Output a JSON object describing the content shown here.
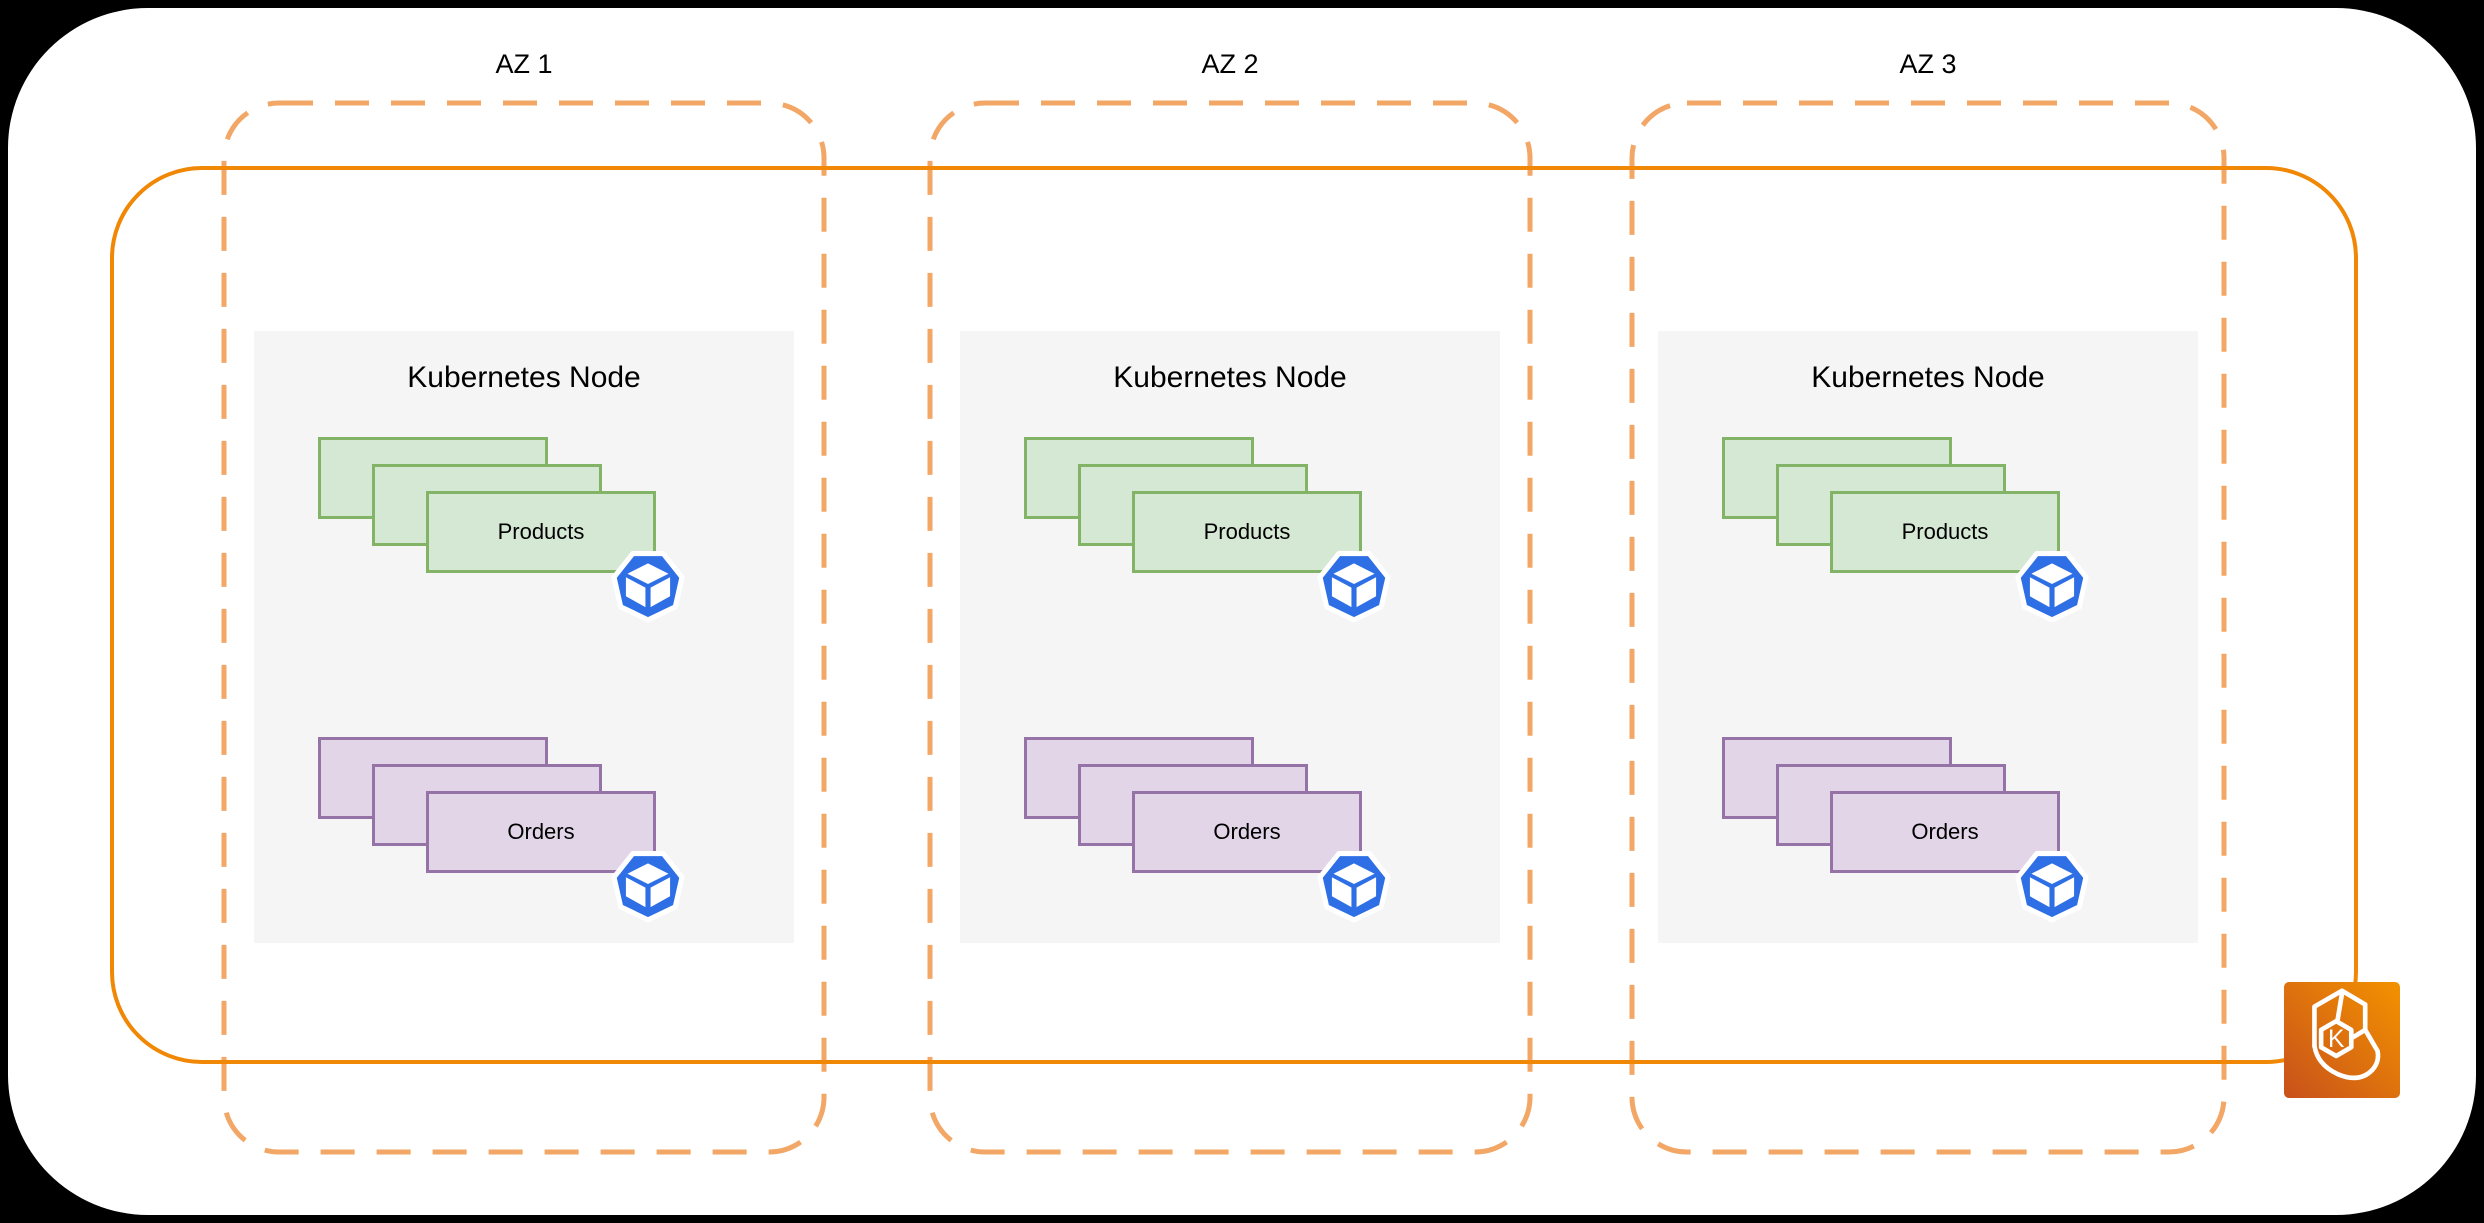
{
  "diagram": {
    "zones": [
      {
        "label": "AZ 1",
        "node": {
          "title": "Kubernetes Node",
          "workloads": [
            {
              "label": "Products",
              "replicas": 3
            },
            {
              "label": "Orders",
              "replicas": 3
            }
          ]
        }
      },
      {
        "label": "AZ 2",
        "node": {
          "title": "Kubernetes Node",
          "workloads": [
            {
              "label": "Products",
              "replicas": 3
            },
            {
              "label": "Orders",
              "replicas": 3
            }
          ]
        }
      },
      {
        "label": "AZ 3",
        "node": {
          "title": "Kubernetes Node",
          "workloads": [
            {
              "label": "Products",
              "replicas": 3
            },
            {
              "label": "Orders",
              "replicas": 3
            }
          ]
        }
      }
    ],
    "cluster_icon": {
      "letter": "K"
    }
  },
  "colors": {
    "cluster_border": "#F08705",
    "az_border": "#F2A766",
    "node_fill": "#F5F5F5",
    "products_fill": "#D5E8D4",
    "products_border": "#82B366",
    "orders_fill": "#E1D5E7",
    "orders_border": "#9673A6",
    "pod_blue": "#2E6FE5",
    "eks_gradient_start": "#C8511B",
    "eks_gradient_end": "#F39200"
  }
}
